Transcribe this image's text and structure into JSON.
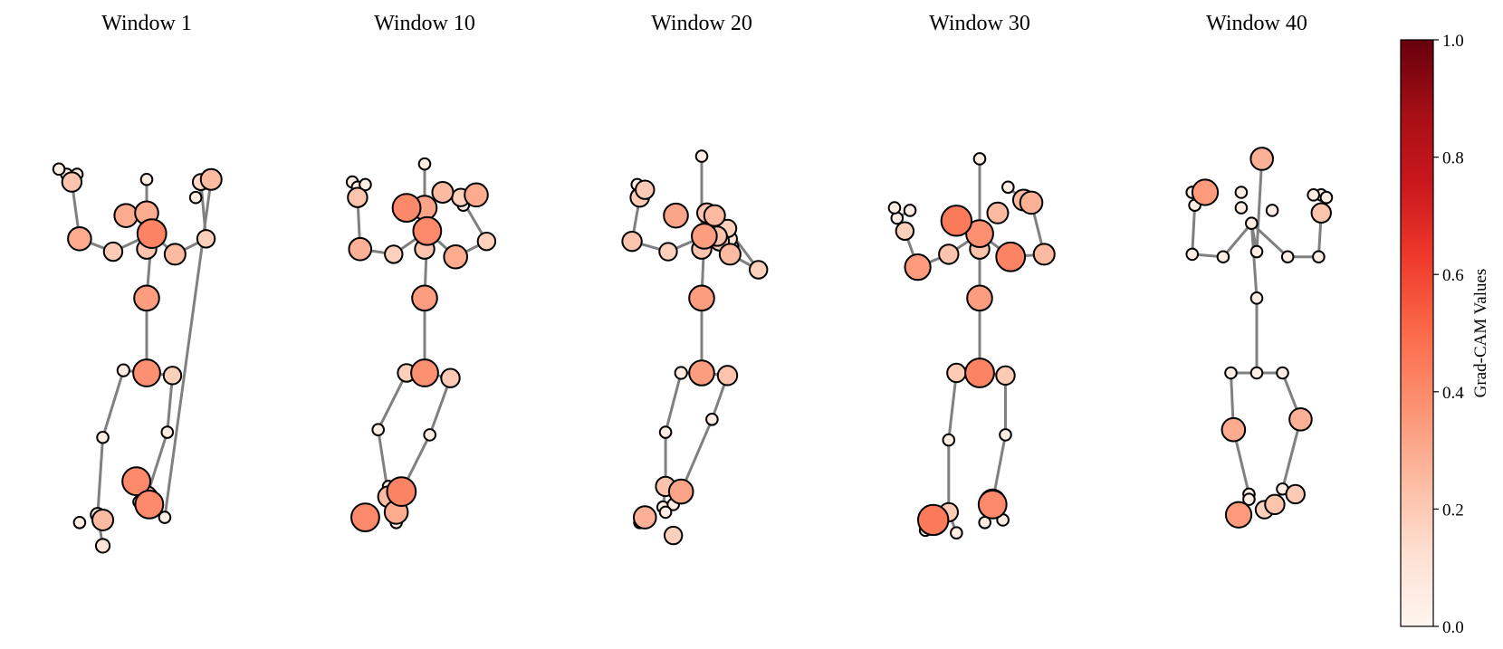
{
  "chart_data": {
    "type": "scatter",
    "subtype": "skeleton-joint-heatmap",
    "colormap": "Reds",
    "colormap_stops": [
      "#fff5f0",
      "#fee0d2",
      "#fcbba1",
      "#fc9272",
      "#fb6a4a",
      "#ef3b2c",
      "#cb181d",
      "#a50f15",
      "#67000d"
    ],
    "bone_color": "#808080",
    "marker_edge_color": "#000000",
    "colorbar": {
      "label": "Grad-CAM Values",
      "range": [
        0.0,
        1.0
      ],
      "ticks": [
        "0.0",
        "0.2",
        "0.4",
        "0.6",
        "0.8",
        "1.0"
      ]
    },
    "bones": [
      [
        0,
        1
      ],
      [
        1,
        20
      ],
      [
        20,
        2
      ],
      [
        2,
        3
      ],
      [
        20,
        4
      ],
      [
        4,
        5
      ],
      [
        5,
        6
      ],
      [
        6,
        7
      ],
      [
        7,
        21
      ],
      [
        7,
        22
      ],
      [
        20,
        8
      ],
      [
        8,
        9
      ],
      [
        9,
        10
      ],
      [
        10,
        11
      ],
      [
        11,
        23
      ],
      [
        11,
        24
      ],
      [
        0,
        12
      ],
      [
        12,
        13
      ],
      [
        13,
        14
      ],
      [
        14,
        15
      ],
      [
        0,
        16
      ],
      [
        16,
        17
      ],
      [
        17,
        18
      ],
      [
        18,
        19
      ]
    ],
    "windows": [
      {
        "title": "Window 1",
        "joints": [
          [
            0.0,
            -2.2,
            0.38
          ],
          [
            0.0,
            -0.75,
            0.34
          ],
          [
            0.0,
            0.2,
            0.22
          ],
          [
            0.0,
            1.55,
            0.05
          ],
          [
            -0.65,
            0.15,
            0.2
          ],
          [
            -1.3,
            0.4,
            0.3
          ],
          [
            -1.45,
            1.5,
            0.22
          ],
          [
            -1.55,
            1.65,
            0.05
          ],
          [
            0.55,
            0.1,
            0.25
          ],
          [
            1.15,
            0.4,
            0.18
          ],
          [
            1.05,
            1.5,
            0.15
          ],
          [
            1.25,
            1.55,
            0.25
          ],
          [
            -0.45,
            -2.15,
            0.06
          ],
          [
            -0.85,
            -3.45,
            0.05
          ],
          [
            -0.95,
            -4.95,
            0.1
          ],
          [
            -0.85,
            -5.55,
            0.1
          ],
          [
            0.5,
            -2.25,
            0.18
          ],
          [
            0.4,
            -3.35,
            0.05
          ],
          [
            0.0,
            -4.6,
            0.25
          ],
          [
            -0.2,
            -4.3,
            0.4
          ],
          [
            0.1,
            0.5,
            0.42
          ],
          [
            -1.35,
            1.65,
            0.05
          ],
          [
            -1.7,
            1.75,
            0.05
          ],
          [
            0.95,
            1.2,
            0.05
          ],
          [
            0.35,
            -5.0,
            0.05
          ]
        ],
        "extra_joints": [
          [
            -0.4,
            0.85,
            0.3
          ],
          [
            0.0,
            0.9,
            0.3
          ],
          [
            -0.85,
            -5.05,
            0.25
          ],
          [
            -1.3,
            -5.1,
            0.05
          ],
          [
            -0.15,
            -4.7,
            0.05
          ],
          [
            0.05,
            -4.75,
            0.4
          ]
        ]
      },
      {
        "title": "Window 10",
        "joints": [
          [
            0.0,
            -2.2,
            0.38
          ],
          [
            0.0,
            -0.75,
            0.34
          ],
          [
            0.0,
            0.2,
            0.22
          ],
          [
            0.0,
            1.85,
            0.05
          ],
          [
            -0.6,
            0.1,
            0.18
          ],
          [
            -1.25,
            0.2,
            0.28
          ],
          [
            -1.3,
            1.2,
            0.22
          ],
          [
            -1.4,
            1.5,
            0.05
          ],
          [
            0.6,
            0.05,
            0.3
          ],
          [
            1.2,
            0.35,
            0.18
          ],
          [
            0.7,
            1.2,
            0.18
          ],
          [
            0.35,
            1.3,
            0.25
          ],
          [
            -0.35,
            -2.2,
            0.18
          ],
          [
            -0.9,
            -3.3,
            0.05
          ],
          [
            -0.7,
            -4.6,
            0.25
          ],
          [
            -0.5,
            -4.95,
            0.05
          ],
          [
            0.5,
            -2.3,
            0.2
          ],
          [
            0.1,
            -3.4,
            0.05
          ],
          [
            -0.45,
            -4.5,
            0.42
          ],
          [
            -0.65,
            -4.75,
            0.05
          ],
          [
            0.05,
            0.55,
            0.4
          ],
          [
            -1.3,
            1.4,
            0.05
          ],
          [
            -1.15,
            1.45,
            0.05
          ],
          [
            0.75,
            1.05,
            0.05
          ],
          [
            1.0,
            1.25,
            0.3
          ]
        ],
        "extra_joints": [
          [
            -0.35,
            1.0,
            0.4
          ],
          [
            0.0,
            1.0,
            0.32
          ],
          [
            -0.55,
            -4.9,
            0.3
          ],
          [
            -1.15,
            -5.0,
            0.4
          ],
          [
            -0.7,
            -4.4,
            0.05
          ],
          [
            -0.65,
            -4.55,
            0.05
          ],
          [
            -0.55,
            -5.1,
            0.05
          ]
        ]
      },
      {
        "title": "Window 20",
        "joints": [
          [
            0.0,
            -2.2,
            0.34
          ],
          [
            0.0,
            -0.75,
            0.34
          ],
          [
            0.0,
            0.2,
            0.22
          ],
          [
            0.0,
            2.0,
            0.05
          ],
          [
            -0.65,
            0.15,
            0.18
          ],
          [
            -1.35,
            0.35,
            0.22
          ],
          [
            -1.2,
            1.2,
            0.2
          ],
          [
            -1.25,
            1.45,
            0.05
          ],
          [
            0.55,
            0.1,
            0.25
          ],
          [
            1.1,
            -0.2,
            0.18
          ],
          [
            0.5,
            0.6,
            0.18
          ],
          [
            0.25,
            0.85,
            0.25
          ],
          [
            -0.4,
            -2.2,
            0.06
          ],
          [
            -0.7,
            -3.35,
            0.05
          ],
          [
            -0.7,
            -4.4,
            0.22
          ],
          [
            -0.75,
            -4.8,
            0.05
          ],
          [
            0.5,
            -2.25,
            0.22
          ],
          [
            0.2,
            -3.1,
            0.05
          ],
          [
            -0.4,
            -4.5,
            0.32
          ],
          [
            -0.55,
            -4.75,
            0.05
          ],
          [
            0.05,
            0.45,
            0.34
          ],
          [
            -1.1,
            1.35,
            0.2
          ],
          [
            -1.25,
            1.25,
            0.05
          ],
          [
            0.55,
            0.4,
            0.1
          ],
          [
            0.6,
            0.25,
            0.05
          ]
        ],
        "extra_joints": [
          [
            -0.5,
            0.85,
            0.32
          ],
          [
            0.1,
            0.9,
            0.22
          ],
          [
            0.35,
            0.35,
            0.2
          ],
          [
            0.3,
            0.45,
            0.22
          ],
          [
            -1.1,
            -5.0,
            0.28
          ],
          [
            -1.2,
            -5.1,
            0.05
          ],
          [
            -0.55,
            -5.35,
            0.18
          ],
          [
            -0.7,
            -4.9,
            0.05
          ]
        ]
      },
      {
        "title": "Window 30",
        "joints": [
          [
            0.0,
            -2.2,
            0.42
          ],
          [
            0.0,
            -0.75,
            0.34
          ],
          [
            0.0,
            0.2,
            0.22
          ],
          [
            0.0,
            1.95,
            0.05
          ],
          [
            -0.6,
            0.1,
            0.22
          ],
          [
            -1.2,
            -0.15,
            0.35
          ],
          [
            -1.45,
            0.55,
            0.18
          ],
          [
            -1.6,
            0.8,
            0.05
          ],
          [
            0.6,
            0.05,
            0.42
          ],
          [
            1.25,
            0.1,
            0.25
          ],
          [
            1.0,
            1.1,
            0.28
          ],
          [
            0.85,
            1.15,
            0.25
          ],
          [
            -0.45,
            -2.2,
            0.2
          ],
          [
            -0.6,
            -3.5,
            0.05
          ],
          [
            -0.6,
            -4.9,
            0.2
          ],
          [
            -0.45,
            -5.3,
            0.05
          ],
          [
            0.5,
            -2.25,
            0.2
          ],
          [
            0.5,
            -3.4,
            0.05
          ],
          [
            0.25,
            -4.7,
            0.34
          ],
          [
            0.1,
            -5.1,
            0.05
          ],
          [
            0.0,
            0.5,
            0.38
          ],
          [
            -1.35,
            0.95,
            0.05
          ],
          [
            -1.65,
            1.0,
            0.05
          ],
          [
            0.55,
            1.4,
            0.05
          ],
          [
            1.0,
            1.05,
            0.05
          ]
        ],
        "extra_joints": [
          [
            -0.45,
            0.75,
            0.45
          ],
          [
            0.35,
            0.9,
            0.25
          ],
          [
            -0.9,
            -5.05,
            0.45
          ],
          [
            -1.05,
            -5.25,
            0.05
          ],
          [
            0.25,
            -4.75,
            0.4
          ],
          [
            0.45,
            -5.05,
            0.05
          ]
        ]
      },
      {
        "title": "Window 40",
        "joints": [
          [
            0.0,
            -2.2,
            0.05
          ],
          [
            0.0,
            -0.75,
            0.05
          ],
          [
            0.0,
            0.15,
            0.05
          ],
          [
            0.1,
            1.95,
            0.28
          ],
          [
            -0.65,
            0.05,
            0.05
          ],
          [
            -1.25,
            0.1,
            0.05
          ],
          [
            -1.2,
            1.05,
            0.05
          ],
          [
            -1.25,
            1.3,
            0.05
          ],
          [
            0.6,
            0.05,
            0.05
          ],
          [
            1.2,
            0.05,
            0.05
          ],
          [
            1.25,
            0.9,
            0.22
          ],
          [
            1.25,
            1.25,
            0.05
          ],
          [
            -0.5,
            -2.2,
            0.05
          ],
          [
            -0.45,
            -3.3,
            0.3
          ],
          [
            -0.15,
            -4.55,
            0.05
          ],
          [
            -0.35,
            -4.95,
            0.35
          ],
          [
            0.5,
            -2.2,
            0.05
          ],
          [
            0.85,
            -3.1,
            0.28
          ],
          [
            0.5,
            -4.45,
            0.05
          ],
          [
            0.35,
            -4.75,
            0.22
          ],
          [
            -0.1,
            0.7,
            0.05
          ],
          [
            -1.0,
            1.3,
            0.35
          ],
          [
            -1.25,
            1.3,
            0.05
          ],
          [
            1.1,
            1.25,
            0.05
          ],
          [
            1.35,
            1.2,
            0.05
          ]
        ],
        "extra_joints": [
          [
            -0.3,
            1.3,
            0.05
          ],
          [
            -0.3,
            1.0,
            0.05
          ],
          [
            0.3,
            0.95,
            0.05
          ],
          [
            -0.15,
            -4.65,
            0.05
          ],
          [
            0.15,
            -4.85,
            0.18
          ],
          [
            0.75,
            -4.55,
            0.2
          ]
        ]
      }
    ]
  }
}
